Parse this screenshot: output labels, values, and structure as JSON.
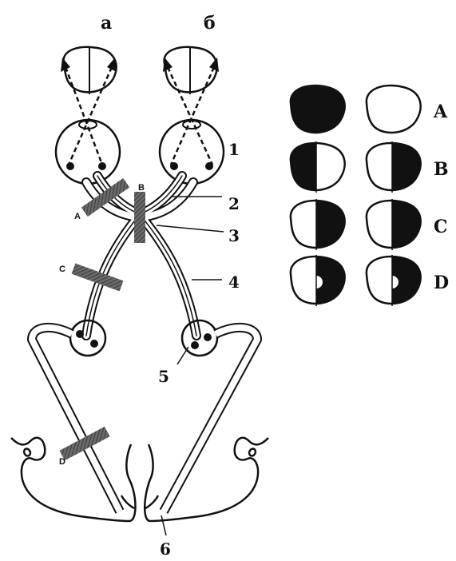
{
  "header": {
    "left_eye_label": "а",
    "right_eye_label": "б"
  },
  "numbers": [
    "1",
    "2",
    "3",
    "4",
    "5",
    "6"
  ],
  "lesion_labels": [
    "A",
    "B",
    "C",
    "D"
  ],
  "visual_field_rows": [
    {
      "label": "A",
      "left_field": "full-dark",
      "right_field": "full-clear"
    },
    {
      "label": "B",
      "left_field": "left-half-dark",
      "right_field": "right-half-dark"
    },
    {
      "label": "C",
      "left_field": "right-half-dark",
      "right_field": "right-half-dark"
    },
    {
      "label": "D",
      "left_field": "right-half-dark-macular-sparing",
      "right_field": "right-half-dark-macular-sparing"
    }
  ],
  "colors": {
    "ink": "#111111",
    "lesion": "#555555",
    "paper": "#ffffff"
  }
}
